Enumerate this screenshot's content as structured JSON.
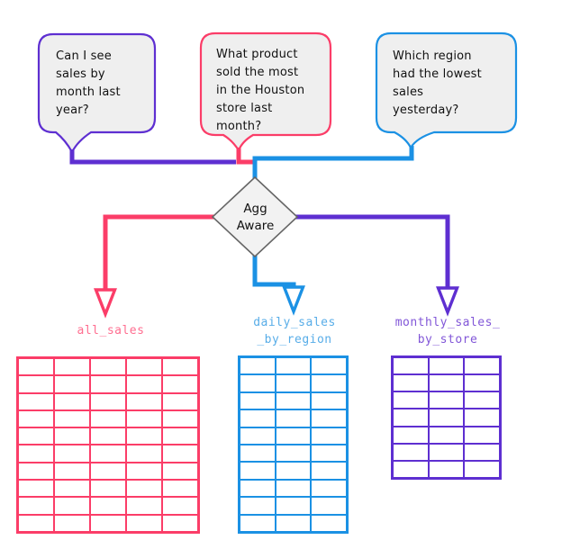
{
  "colors": {
    "purple": "#5e2fd1",
    "pink": "#fb3d68",
    "blue": "#1b91e4",
    "purple_label": "#8257d8",
    "pink_label": "#ff6e90",
    "blue_label": "#58ade8",
    "bubble_fill": "#efefef",
    "diamond_fill": "#f2f2f2",
    "diamond_border": "#666666",
    "text": "#111111"
  },
  "bubbles": [
    {
      "text": "Can I see\nsales by\nmonth last\nyear?"
    },
    {
      "text": "What product\nsold the most\nin the Houston\nstore last\nmonth?"
    },
    {
      "text": "Which region\nhad the lowest\nsales\nyesterday?"
    }
  ],
  "decision": {
    "label": "Agg\nAware"
  },
  "tables": [
    {
      "label": "all_sales",
      "rows": 10,
      "cols": 5
    },
    {
      "label": "daily_sales\n_by_region",
      "rows": 10,
      "cols": 3
    },
    {
      "label": "monthly_sales_\nby_store",
      "rows": 7,
      "cols": 3
    }
  ]
}
